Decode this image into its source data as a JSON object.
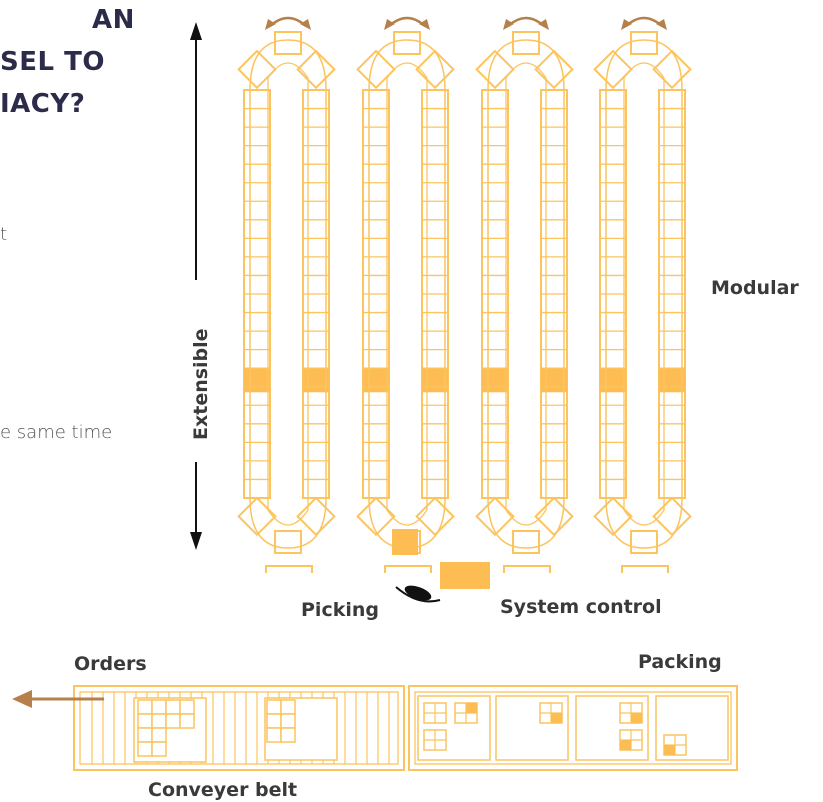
{
  "headline": {
    "line1": "AN",
    "line2": "SEL TO",
    "line3": "IACY?"
  },
  "body_text": {
    "fragment1": "t",
    "fragment2": "e same time"
  },
  "labels": {
    "extensible": "Extensible",
    "modular": "Modular",
    "picking": "Picking",
    "system_control": "System control",
    "orders": "Orders",
    "packing": "Packing",
    "conveyor_belt": "Conveyer belt"
  },
  "colors": {
    "structure": "#fcc45e",
    "structure_fill": "#fdbd52",
    "arrow_brown": "#b5804a",
    "headline": "#2b2b4a",
    "label": "#3a3a3a",
    "axis": "#111111"
  },
  "carousel_count": 4,
  "shelf_rows_per_column": 22,
  "highlighted_shelf_row": 15,
  "conveyor_orders": 2,
  "packing_stations": 4
}
